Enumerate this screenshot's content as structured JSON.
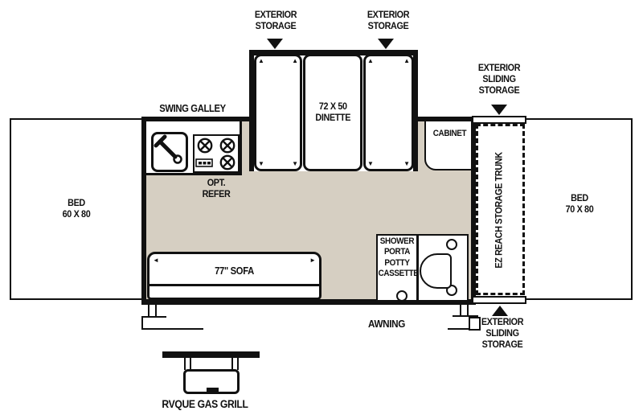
{
  "colors": {
    "floor": "#d6cfc2",
    "line": "#111111"
  },
  "labels": {
    "exterior_storage": [
      "EXTERIOR",
      "STORAGE"
    ],
    "exterior_sliding_storage": [
      "EXTERIOR",
      "SLIDING",
      "STORAGE"
    ],
    "swing_galley": "SWING GALLEY",
    "opt_refer": [
      "OPT.",
      "REFER"
    ],
    "dinette": [
      "72 X 50",
      "DINETTE"
    ],
    "cabinet": "CABINET",
    "trunk": "EZ REACH STORAGE TRUNK",
    "bed_left": [
      "BED",
      "60 X 80"
    ],
    "bed_right": [
      "BED",
      "70 X 80"
    ],
    "sofa": "77\" SOFA",
    "shower": [
      "SHOWER",
      "PORTA",
      "POTTY",
      "CASSETTE"
    ],
    "awning": "AWNING",
    "grill": "RVQUE GAS GRILL"
  }
}
